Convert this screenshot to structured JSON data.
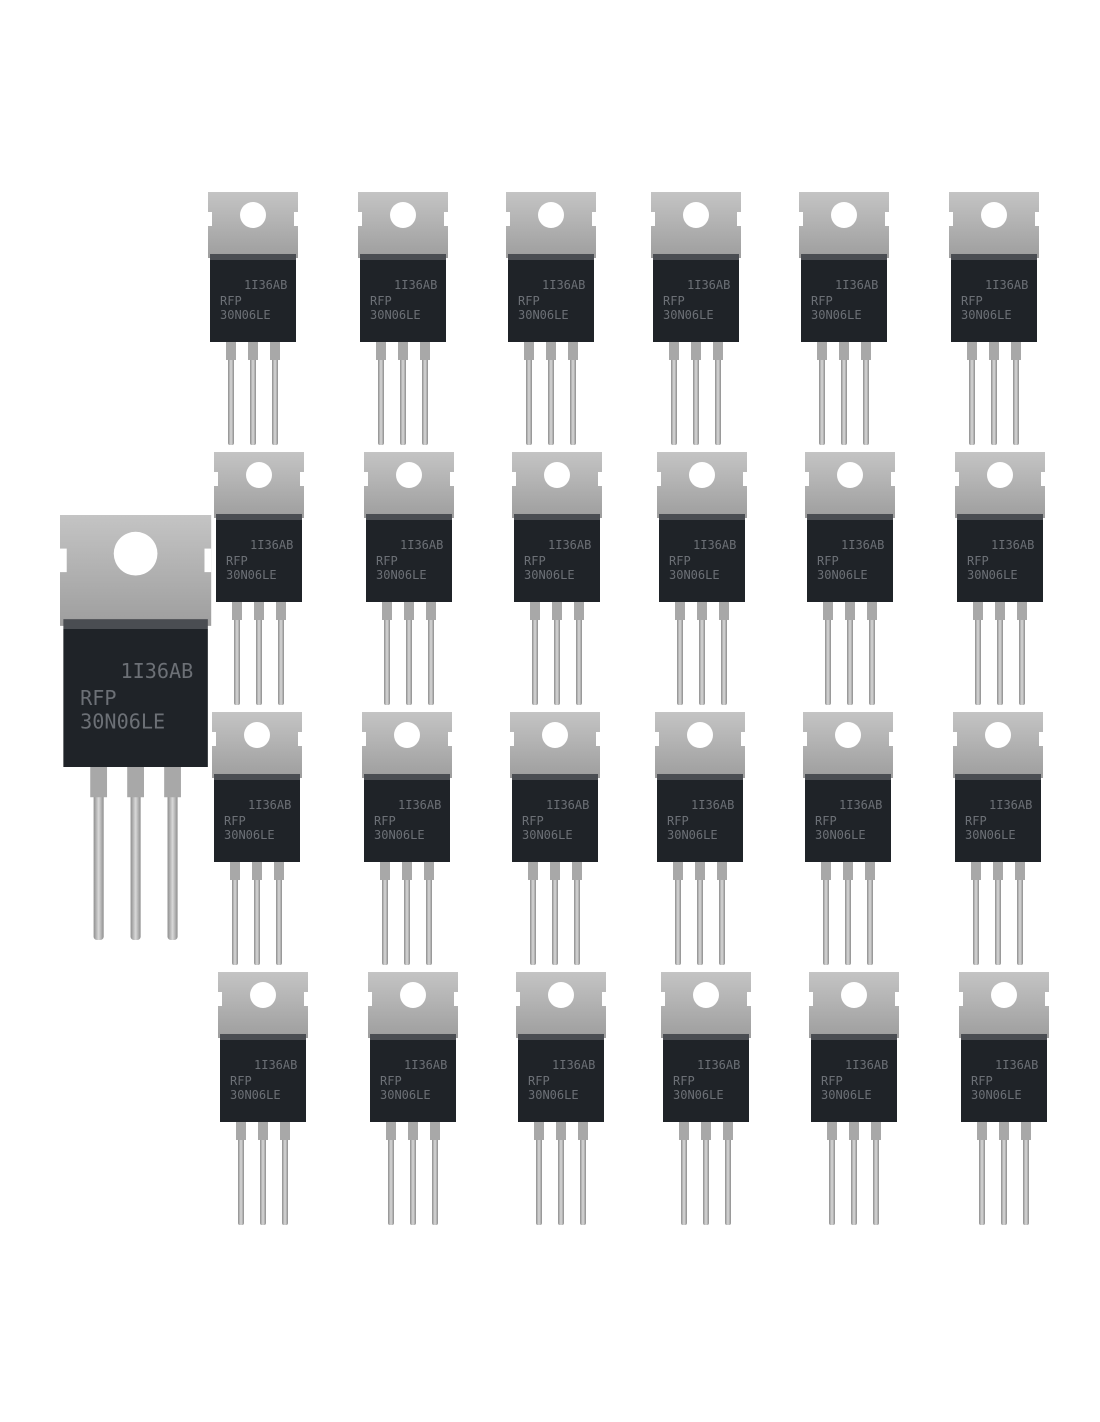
{
  "product": {
    "marking_line1": "1I36AB",
    "marking_line2": "RFP",
    "marking_line3": "30N06LE",
    "grid_columns": 6,
    "grid_rows": 4,
    "total_small_units": 24
  }
}
